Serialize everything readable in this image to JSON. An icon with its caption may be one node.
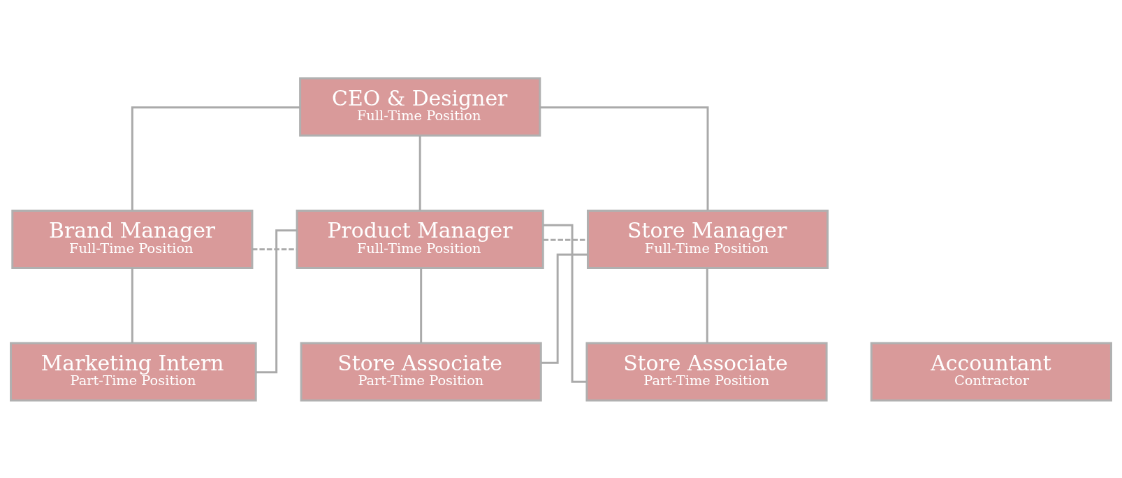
{
  "diagram": {
    "nodes": [
      {
        "text": [
          "CEO & Designer",
          "Full-Time Position"
        ]
      },
      {
        "text": [
          "Brand Manager",
          "Full-Time Position"
        ]
      },
      {
        "text": [
          "Product Manager",
          "Full-Time Position"
        ]
      },
      {
        "text": [
          "Store Manager",
          "Full-Time Position"
        ]
      },
      {
        "text": [
          "Accountant",
          "Contractor"
        ]
      },
      {
        "text": [
          "Marketing Intern",
          "Part-Time Position"
        ]
      },
      {
        "text": [
          "Store Associate",
          "Part-Time Position"
        ]
      },
      {
        "text": [
          "Store Associate",
          "Part-Time Position"
        ]
      }
    ],
    "edges": [
      {
        "from": 0,
        "to": 1,
        "arrow": "none"
      },
      {
        "from": 0,
        "to": 2,
        "arrow": "none"
      },
      {
        "from": 0,
        "to": 3,
        "arrow": "none"
      },
      {
        "from": 1,
        "to": 2,
        "arrow": "none",
        "style": "dashed"
      },
      {
        "from": 2,
        "to": 3,
        "arrow": "none",
        "style": "dashed"
      },
      {
        "from": 1,
        "to": 5,
        "arrow": "none"
      },
      {
        "from": 2,
        "to": 5,
        "arrow": "none"
      },
      {
        "from": 2,
        "to": 6,
        "arrow": "none"
      },
      {
        "from": 2,
        "to": 7,
        "arrow": "none"
      },
      {
        "from": 3,
        "to": 6,
        "arrow": "none"
      },
      {
        "from": 3,
        "to": 7,
        "arrow": "none"
      }
    ]
  }
}
